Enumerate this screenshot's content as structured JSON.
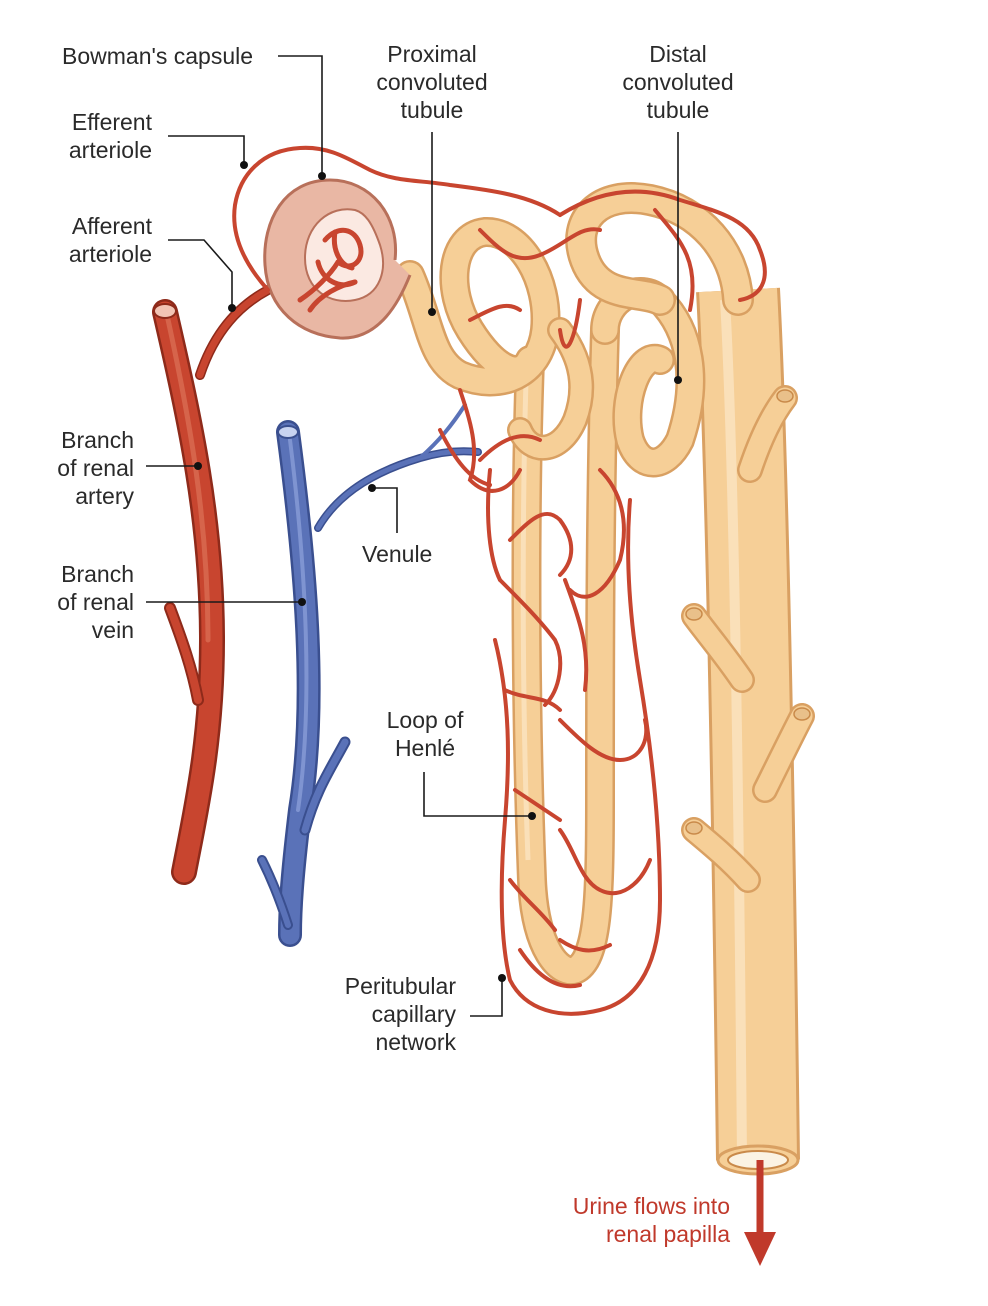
{
  "labels": {
    "bowmans_capsule": "Bowman's capsule",
    "efferent_arteriole": [
      "Efferent",
      "arteriole"
    ],
    "afferent_arteriole": [
      "Afferent",
      "arteriole"
    ],
    "proximal_tubule": [
      "Proximal",
      "convoluted",
      "tubule"
    ],
    "distal_tubule": [
      "Distal",
      "convoluted",
      "tubule"
    ],
    "renal_artery_branch": [
      "Branch",
      "of renal",
      "artery"
    ],
    "renal_vein_branch": [
      "Branch",
      "of renal",
      "vein"
    ],
    "venule": "Venule",
    "loop_of_henle": [
      "Loop of",
      "Henlé"
    ],
    "peritubular_network": [
      "Peritubular",
      "capillary",
      "network"
    ],
    "urine_flow": [
      "Urine flows into",
      "renal papilla"
    ]
  },
  "colors": {
    "artery": "#c8452f",
    "artery_dark": "#8e2a1a",
    "vein": "#5a72b8",
    "vein_dark": "#3a4f8f",
    "tubule": "#f6cf97",
    "tubule_edge": "#d9a062",
    "capsule": "#e9b7a4",
    "urine_arrow": "#c0392b",
    "label_text": "#2a2a2a"
  }
}
